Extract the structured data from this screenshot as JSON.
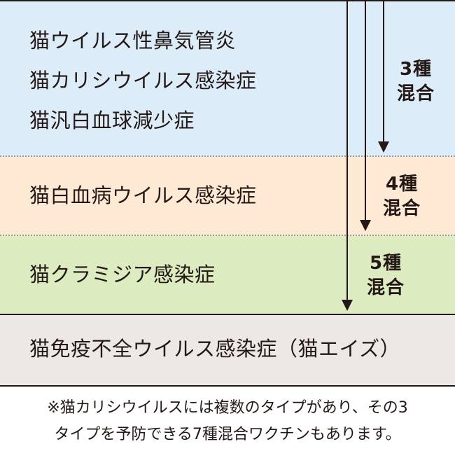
{
  "groups": {
    "three": {
      "diseases": [
        "猫ウイルス性鼻気管炎",
        "猫カリシウイルス感染症",
        "猫汎白血球減少症"
      ],
      "label_line1": "3種",
      "label_line2": "混合"
    },
    "four": {
      "disease": "猫白血病ウイルス感染症",
      "label_line1": "4種",
      "label_line2": "混合"
    },
    "five": {
      "disease": "猫クラミジア感染症",
      "label_line1": "5種",
      "label_line2": "混合"
    },
    "fiv": {
      "disease": "猫免疫不全ウイルス感染症（猫エイズ）"
    }
  },
  "footnote": {
    "line1": "※猫カリシウイルスには複数のタイプがあり、その3",
    "line2": "タイプを予防できる7種混合ワクチンもあります。"
  },
  "colors": {
    "band1": "#dcedf9",
    "band2": "#fde9d4",
    "band3": "#dcebc0",
    "band4": "#ebe8e6",
    "text": "#231815"
  }
}
